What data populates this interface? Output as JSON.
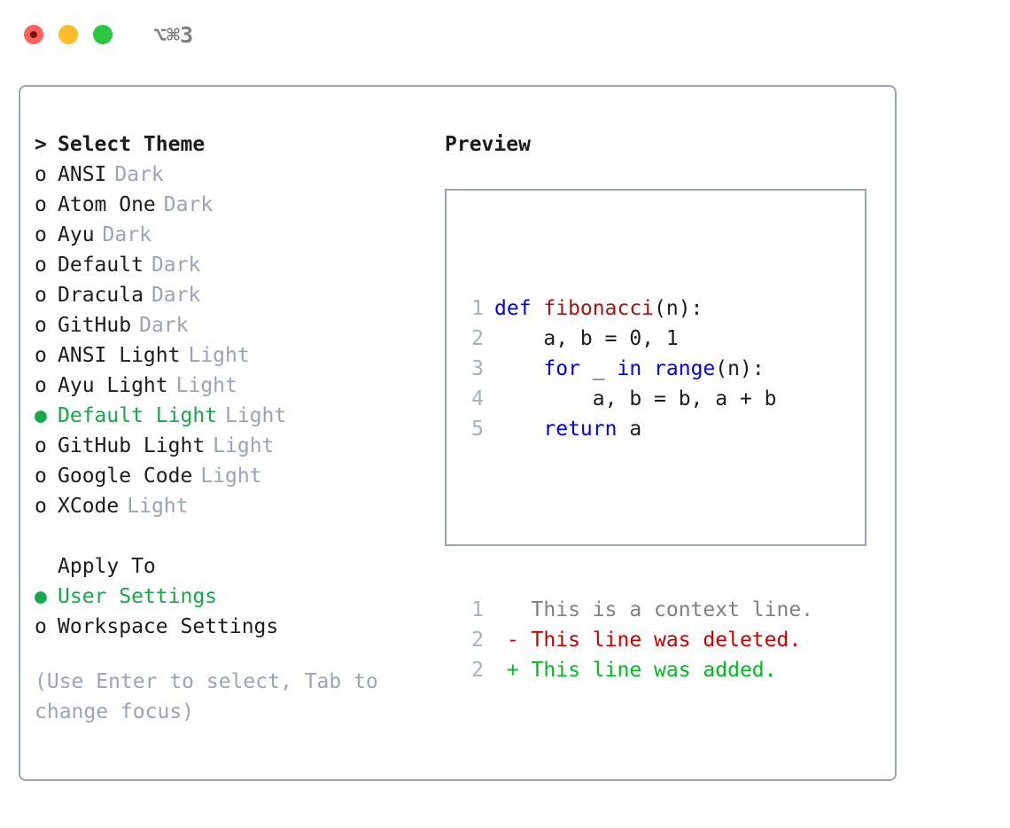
{
  "titlebar": {
    "shortcut": "⌥⌘3",
    "buttons": [
      {
        "name": "close",
        "color": "#ff6159"
      },
      {
        "name": "minimize",
        "color": "#ffbd2e"
      },
      {
        "name": "maximize",
        "color": "#28c840"
      }
    ]
  },
  "theme_picker": {
    "header_marker": "> ",
    "header": "Select Theme",
    "items": [
      {
        "marker": "o ",
        "label": "ANSI",
        "suffix": "Dark",
        "selected": false
      },
      {
        "marker": "o ",
        "label": "Atom One",
        "suffix": "Dark",
        "selected": false
      },
      {
        "marker": "o ",
        "label": "Ayu",
        "suffix": "Dark",
        "selected": false
      },
      {
        "marker": "o ",
        "label": "Default",
        "suffix": "Dark",
        "selected": false
      },
      {
        "marker": "o ",
        "label": "Dracula",
        "suffix": "Dark",
        "selected": false
      },
      {
        "marker": "o ",
        "label": "GitHub",
        "suffix": "Dark",
        "selected": false
      },
      {
        "marker": "o ",
        "label": "ANSI Light",
        "suffix": "Light",
        "selected": false
      },
      {
        "marker": "o ",
        "label": "Ayu Light",
        "suffix": "Light",
        "selected": false
      },
      {
        "marker": "● ",
        "label": "Default Light",
        "suffix": "Light",
        "selected": true
      },
      {
        "marker": "o ",
        "label": "GitHub Light",
        "suffix": "Light",
        "selected": false
      },
      {
        "marker": "o ",
        "label": "Google Code",
        "suffix": "Light",
        "selected": false
      },
      {
        "marker": "o ",
        "label": "XCode",
        "suffix": "Light",
        "selected": false
      }
    ]
  },
  "apply_to": {
    "title": "Apply To",
    "items": [
      {
        "marker": "● ",
        "label": "User Settings",
        "selected": true
      },
      {
        "marker": "o ",
        "label": "Workspace Settings",
        "selected": false
      }
    ]
  },
  "hint": "(Use Enter to select, Tab to change focus)",
  "preview": {
    "title": "Preview",
    "code_lines": [
      {
        "num": "1",
        "tokens": [
          {
            "t": "def ",
            "k": "kw"
          },
          {
            "t": "fibonacci",
            "k": "fn"
          },
          {
            "t": "(n):",
            "k": "txt"
          }
        ]
      },
      {
        "num": "2",
        "tokens": [
          {
            "t": "    a, b = 0, 1",
            "k": "txt"
          }
        ]
      },
      {
        "num": "3",
        "tokens": [
          {
            "t": "    ",
            "k": "txt"
          },
          {
            "t": "for",
            "k": "kw"
          },
          {
            "t": " _ ",
            "k": "txt"
          },
          {
            "t": "in",
            "k": "kw"
          },
          {
            "t": " ",
            "k": "txt"
          },
          {
            "t": "range",
            "k": "fn2"
          },
          {
            "t": "(n):",
            "k": "txt"
          }
        ]
      },
      {
        "num": "4",
        "tokens": [
          {
            "t": "        a, b = b, a + b",
            "k": "txt"
          }
        ]
      },
      {
        "num": "5",
        "tokens": [
          {
            "t": "    ",
            "k": "txt"
          },
          {
            "t": "return",
            "k": "kw"
          },
          {
            "t": " a",
            "k": "txt"
          }
        ]
      }
    ],
    "diff_lines": [
      {
        "num": "1",
        "tokens": [
          {
            "t": "   This is a context line.",
            "k": "ctx"
          }
        ]
      },
      {
        "num": "2",
        "tokens": [
          {
            "t": " - This line was deleted.",
            "k": "del"
          }
        ]
      },
      {
        "num": "2",
        "tokens": [
          {
            "t": " + This line was added.",
            "k": "add"
          }
        ]
      }
    ]
  },
  "colors": {
    "accent_green": "#17a84a",
    "muted_grey": "#9aa4b6",
    "border": "#9aa4b6",
    "keyword_blue": "#0000f0",
    "function_red": "#a31515",
    "diff_delete": "#cc0000",
    "diff_add": "#00bb22",
    "text": "#1c1c1c"
  }
}
